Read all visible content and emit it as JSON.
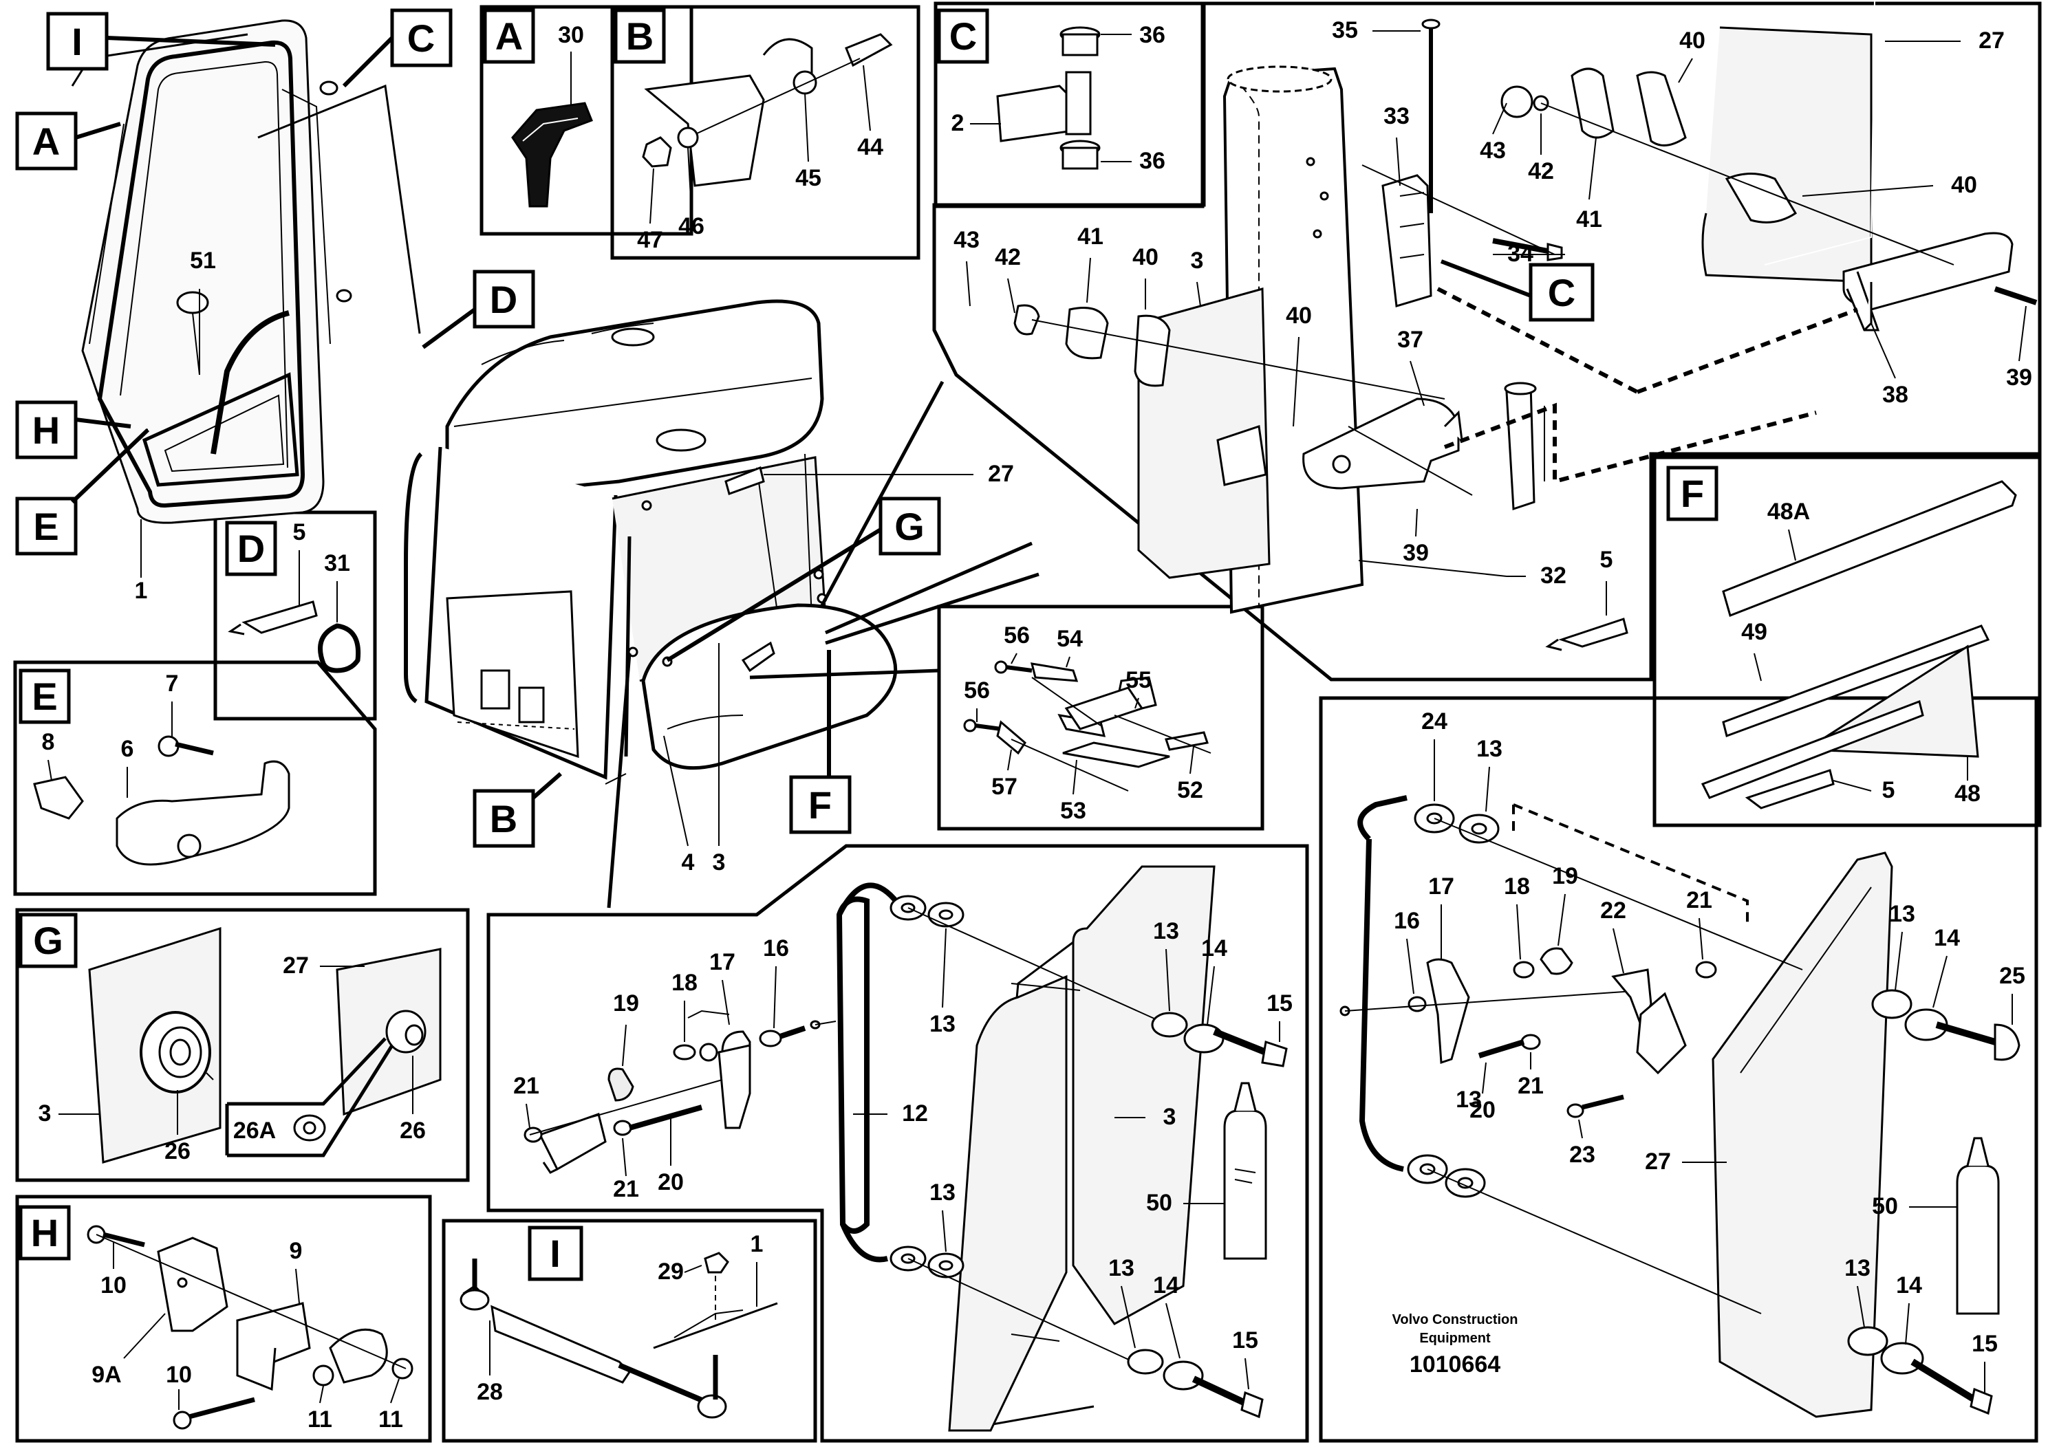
{
  "callouts": {
    "main": [
      "I",
      "C",
      "A",
      "D",
      "H",
      "E",
      "B",
      "G",
      "F"
    ],
    "detail": {
      "A": {
        "letter": "A",
        "parts": [
          "30"
        ]
      },
      "B": {
        "letter": "B",
        "parts": [
          "44",
          "45",
          "46",
          "47"
        ]
      },
      "C": {
        "letter": "C",
        "parts": [
          "36",
          "2",
          "36"
        ]
      },
      "D": {
        "letter": "D",
        "parts": [
          "5",
          "31"
        ]
      },
      "E": {
        "letter": "E",
        "parts": [
          "7",
          "8",
          "6"
        ]
      },
      "F": {
        "letter": "F",
        "parts": [
          "48A",
          "49",
          "5",
          "48"
        ]
      },
      "G": {
        "letter": "G",
        "parts": [
          "27",
          "3",
          "26",
          "26A",
          "26"
        ]
      },
      "H": {
        "letter": "H",
        "parts": [
          "10",
          "9",
          "9A",
          "10",
          "11",
          "11"
        ]
      },
      "I": {
        "letter": "I",
        "parts": [
          "29",
          "1",
          "28"
        ]
      }
    },
    "hinge_letter_c": "C"
  },
  "parts": {
    "main": [
      "51",
      "1",
      "27",
      "4",
      "3"
    ],
    "hinge": [
      "35",
      "43",
      "42",
      "40",
      "27",
      "41",
      "40",
      "33",
      "34",
      "38",
      "39",
      "43",
      "42",
      "41",
      "40",
      "3",
      "40",
      "37",
      "39",
      "32",
      "5"
    ],
    "strip": [
      "56",
      "54",
      "55",
      "56",
      "57",
      "53",
      "52"
    ],
    "left_win": [
      "19",
      "18",
      "17",
      "16",
      "21",
      "21",
      "20",
      "12",
      "13",
      "13",
      "14",
      "15",
      "3",
      "13",
      "13",
      "14",
      "15",
      "50"
    ],
    "right_win": [
      "24",
      "13",
      "17",
      "18",
      "19",
      "22",
      "21",
      "16",
      "21",
      "20",
      "23",
      "13",
      "13",
      "14",
      "25",
      "27",
      "13",
      "14",
      "15",
      "50"
    ]
  },
  "footer": {
    "company_line1": "Volvo Construction",
    "company_line2": "Equipment",
    "ref_number": "1010664"
  },
  "colors": {
    "line": "#000000",
    "background": "#ffffff",
    "fill": "#ffffff",
    "glass": "#f4f4f4"
  }
}
